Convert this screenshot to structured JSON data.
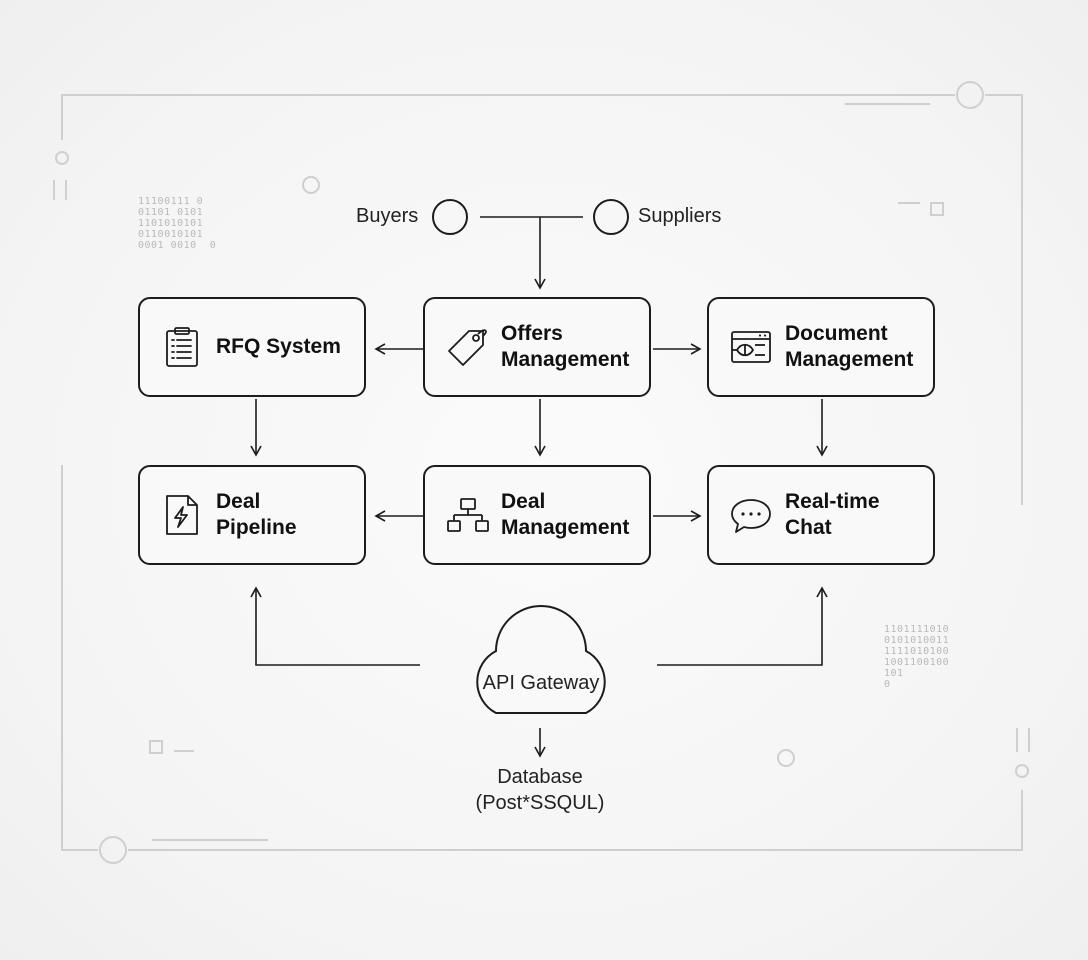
{
  "actors": {
    "buyers": "Buyers",
    "suppliers": "Suppliers"
  },
  "modules": {
    "rfq": {
      "label": "RFQ System",
      "icon": "clipboard-list-icon"
    },
    "offers": {
      "label": "Offers\nManagement",
      "icon": "price-tag-icon"
    },
    "document": {
      "label": "Document\nManagement",
      "icon": "document-window-icon"
    },
    "pipeline": {
      "label": "Deal\nPipeline",
      "icon": "bolt-file-icon"
    },
    "deal": {
      "label": "Deal\nManagement",
      "icon": "org-chart-icon"
    },
    "chat": {
      "label": "Real-time\nChat",
      "icon": "chat-bubble-icon"
    }
  },
  "gateway": {
    "label": "API Gateway",
    "icon": "cloud-icon"
  },
  "database": {
    "line1": "Database",
    "line2": "(Post*SSQUL)"
  },
  "decor": {
    "binary_left": "11100111 0\n01101 0101\n1101010101\n0110010101\n0001 0010  0",
    "binary_right": "1101111010\n0101010011\n1111010100\n1001100100\n101\n0"
  }
}
